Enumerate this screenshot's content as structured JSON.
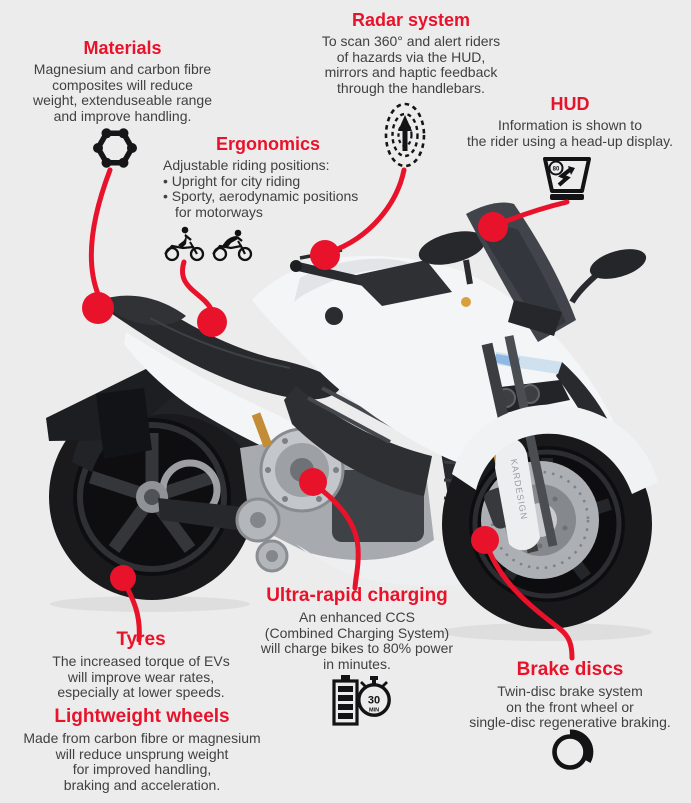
{
  "page": {
    "background_color": "#ececec",
    "accent_red": "#e8132b",
    "text_color": "#414042",
    "subject": "Electric motorcycle feature infographic"
  },
  "bike": {
    "brand_text": "KARDESIGN"
  },
  "sections": {
    "materials": {
      "title": "Materials",
      "lines": [
        "Magnesium and carbon fibre",
        "composites will reduce",
        "weight, extenduseable range",
        "and improve handling."
      ],
      "icon": "hexagon-molecule-icon"
    },
    "radar": {
      "title": "Radar system",
      "lines": [
        "To scan 360° and alert riders",
        "of hazards via the HUD,",
        "mirrors and haptic feedback",
        "through the handlebars."
      ],
      "icon": "radar-icon"
    },
    "hud": {
      "title": "HUD",
      "lines": [
        "Information is shown to",
        "the rider using a head-up display."
      ],
      "icon": "hud-display-icon",
      "speed_label": "80"
    },
    "ergonomics": {
      "title": "Ergonomics",
      "lines": [
        "Adjustable riding positions:",
        "• Upright for city riding",
        "• Sporty, aerodynamic positions",
        "for motorways"
      ],
      "icons": [
        "upright-rider-icon",
        "sport-rider-icon"
      ]
    },
    "charging": {
      "title": "Ultra-rapid charging",
      "lines": [
        "An enhanced CCS",
        "(Combined Charging System)",
        "will charge bikes to 80% power",
        "in minutes."
      ],
      "icons": [
        "battery-icon",
        "stopwatch-icon"
      ],
      "stopwatch_value": "30",
      "stopwatch_unit": "MIN"
    },
    "tyres": {
      "title": "Tyres",
      "lines": [
        "The increased torque of EVs",
        "will improve wear rates,",
        "especially at lower speeds."
      ]
    },
    "wheels": {
      "title": "Lightweight wheels",
      "lines": [
        "Made from carbon fibre or magnesium",
        "will reduce unsprung weight",
        "for improved handling,",
        "braking and acceleration."
      ]
    },
    "brakes": {
      "title": "Brake discs",
      "lines": [
        "Twin-disc brake system",
        "on the front wheel or",
        "single-disc regenerative braking."
      ],
      "icon": "brake-disc-icon"
    }
  }
}
